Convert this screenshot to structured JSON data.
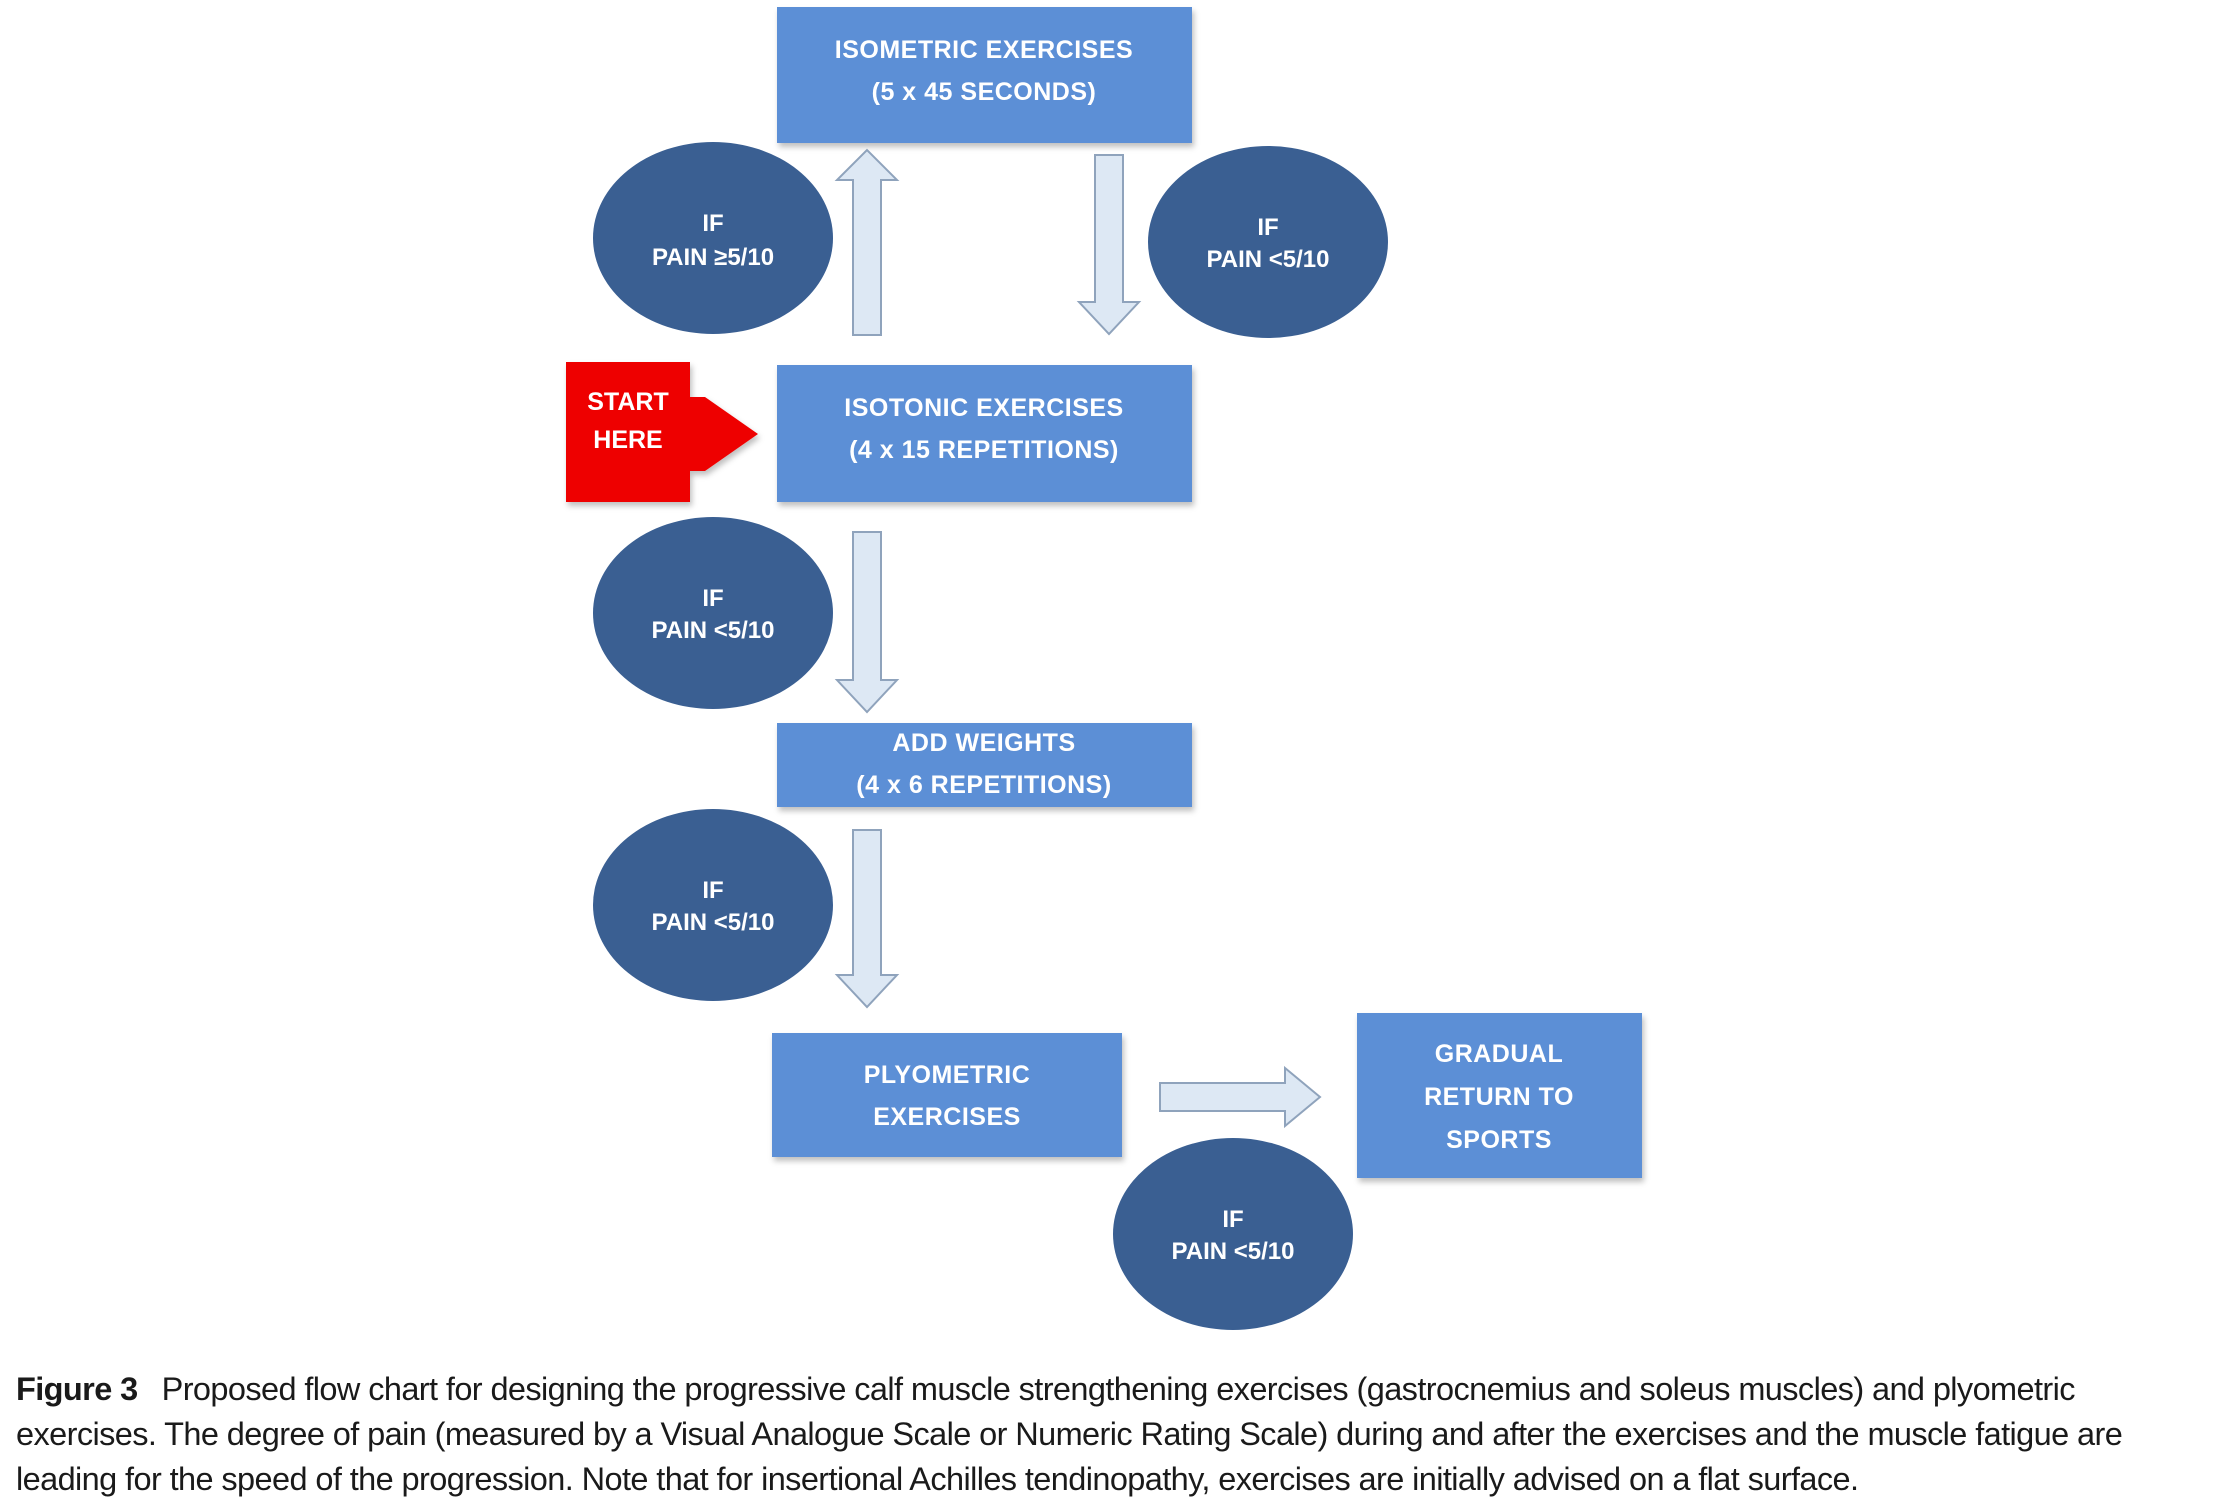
{
  "diagram": {
    "boxes": {
      "isometric": {
        "line1": "ISOMETRIC EXERCISES",
        "line2": "(5 x 45 SECONDS)"
      },
      "isotonic": {
        "line1": "ISOTONIC EXERCISES",
        "line2": "(4 x 15 REPETITIONS)"
      },
      "add_weights": {
        "line1": "ADD WEIGHTS",
        "line2": "(4 x 6 REPETITIONS)"
      },
      "plyometric": {
        "line1": "PLYOMETRIC",
        "line2": "EXERCISES"
      },
      "gradual_return": {
        "line1": "GRADUAL",
        "line2": "RETURN TO",
        "line3": "SPORTS"
      }
    },
    "conditions": {
      "pain_high": {
        "line1": "IF",
        "line2": "PAIN ≥5/10"
      },
      "pain_low_right": {
        "line1": "IF",
        "line2": "PAIN <5/10"
      },
      "pain_low_isotonic": {
        "line1": "IF",
        "line2": "PAIN <5/10"
      },
      "pain_low_weights": {
        "line1": "IF",
        "line2": "PAIN <5/10"
      },
      "pain_low_plyometric": {
        "line1": "IF",
        "line2": "PAIN <5/10"
      }
    },
    "start": {
      "line1": "START",
      "line2": "HERE"
    },
    "colors": {
      "box": "#5B8FD6",
      "oval": "#3A5F92",
      "start": "#EE0000",
      "arrow_fill": "#DDE8F4",
      "arrow_stroke": "#8FA3BC"
    }
  },
  "caption": {
    "label": "Figure 3",
    "text": "Proposed flow chart for designing the progressive calf muscle strengthening exercises (gastrocnemius and soleus muscles) and plyometric exercises. The degree of pain (measured by a Visual Analogue Scale or Numeric Rating Scale) during and after the exercises and the muscle fatigue are leading for the speed of the progression. Note that for insertional Achilles tendinopathy, exercises are initially advised on a flat surface."
  }
}
